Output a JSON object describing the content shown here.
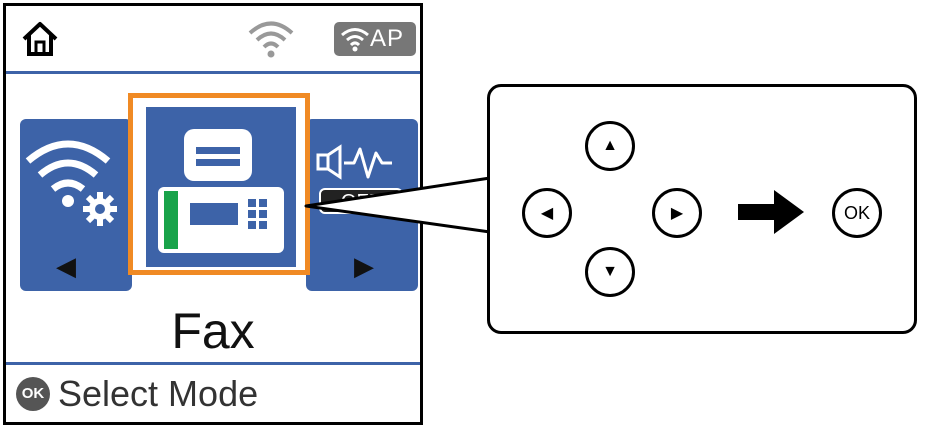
{
  "lcd": {
    "status_bar": {
      "home_icon": "home-icon",
      "wifi_icon": "wifi-signal-icon",
      "ap_badge": {
        "icon": "wifi-ap-icon",
        "text": "AP"
      }
    },
    "modes": {
      "left": {
        "icon": "wifi-settings-icon"
      },
      "selected": {
        "icon": "fax-icon",
        "label": "Fax"
      },
      "right": {
        "icon": "sound-off-icon",
        "badge": "OFF"
      }
    },
    "nav": {
      "prev_arrow": "◀",
      "next_arrow": "▶"
    },
    "hint": {
      "button": "OK",
      "text": "Select Mode"
    }
  },
  "callout": {
    "buttons": {
      "up": "▲",
      "left": "◀",
      "right": "▶",
      "down": "▼",
      "ok": "OK"
    },
    "arrow_icon": "right-arrow-icon"
  },
  "colors": {
    "accent_blue": "#3d63a8",
    "selection_orange": "#f08a24",
    "fax_green": "#19a34a"
  }
}
